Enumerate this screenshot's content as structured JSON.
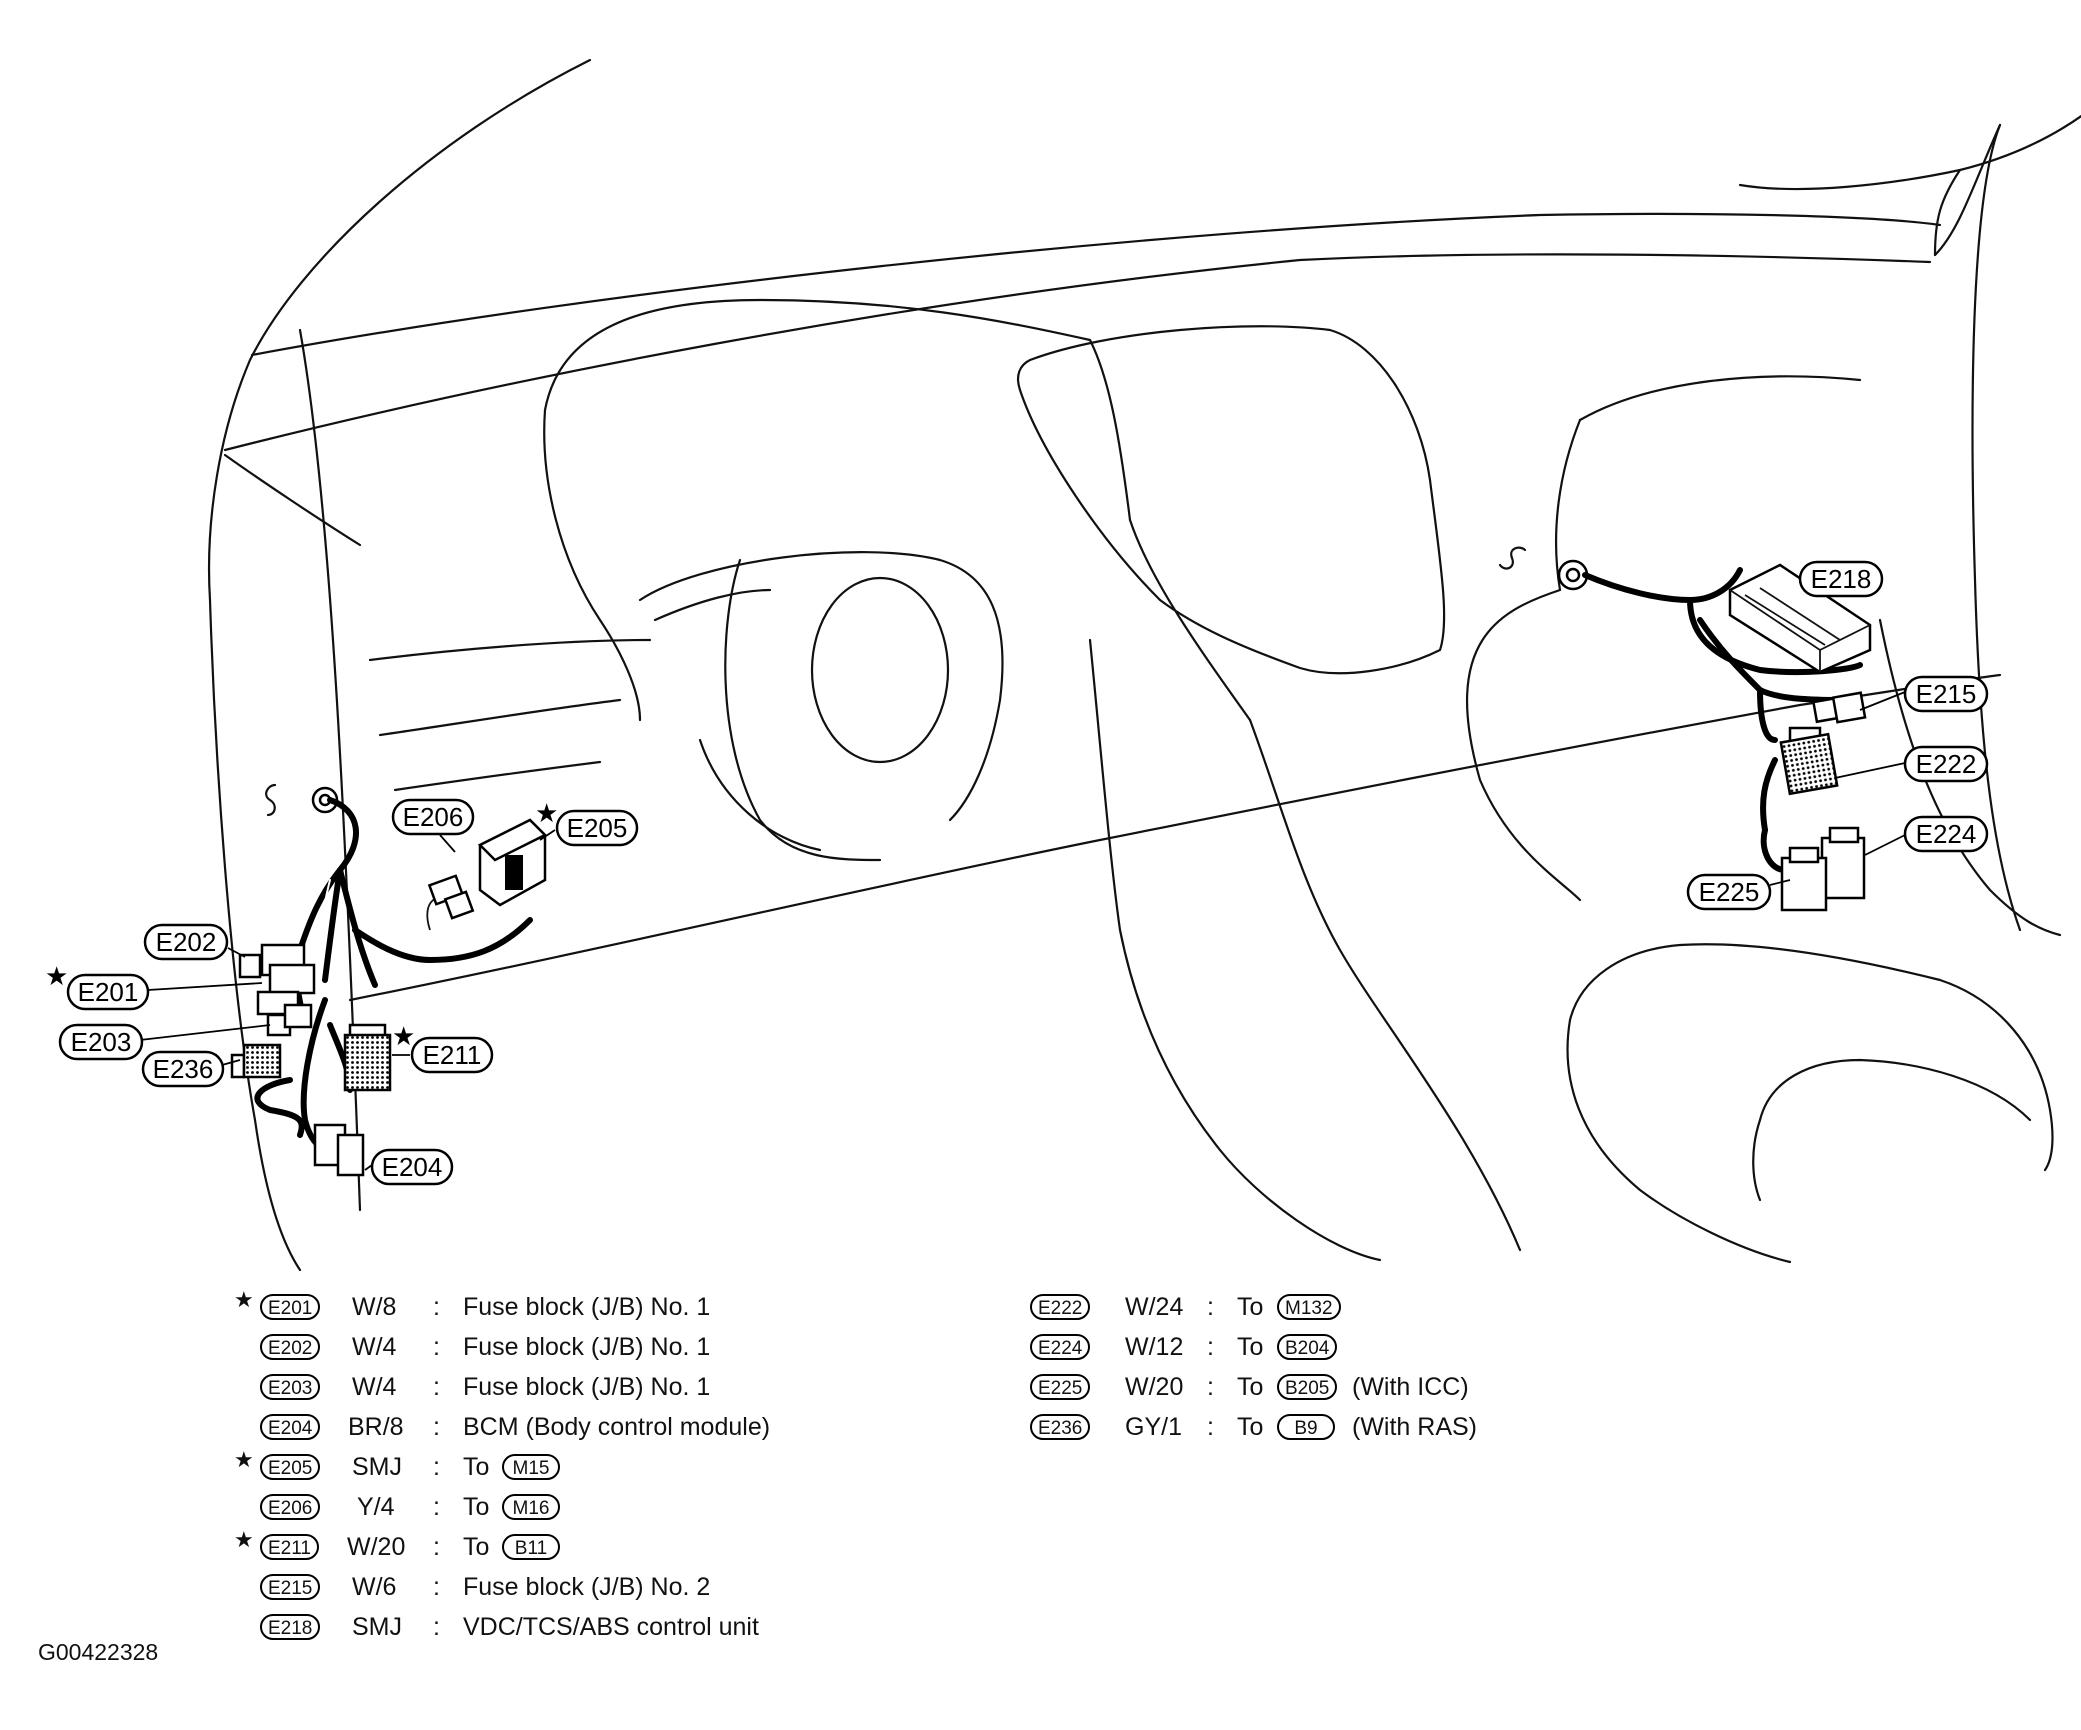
{
  "figure_id": "G00422328",
  "callouts": {
    "E201": "E201",
    "E202": "E202",
    "E203": "E203",
    "E204": "E204",
    "E205": "E205",
    "E206": "E206",
    "E211": "E211",
    "E215": "E215",
    "E218": "E218",
    "E222": "E222",
    "E224": "E224",
    "E225": "E225",
    "E236": "E236"
  },
  "star_symbol": "★",
  "legend_left": [
    {
      "starred": true,
      "id": "E201",
      "type": "W/8",
      "sep": ":",
      "desc": "Fuse block (J/B) No. 1",
      "to": "",
      "to_id": "",
      "note": ""
    },
    {
      "starred": false,
      "id": "E202",
      "type": "W/4",
      "sep": ":",
      "desc": "Fuse block (J/B) No. 1",
      "to": "",
      "to_id": "",
      "note": ""
    },
    {
      "starred": false,
      "id": "E203",
      "type": "W/4",
      "sep": ":",
      "desc": "Fuse block (J/B) No. 1",
      "to": "",
      "to_id": "",
      "note": ""
    },
    {
      "starred": false,
      "id": "E204",
      "type": "BR/8",
      "sep": ":",
      "desc": "BCM (Body control module)",
      "to": "",
      "to_id": "",
      "note": ""
    },
    {
      "starred": true,
      "id": "E205",
      "type": "SMJ",
      "sep": ":",
      "desc": "",
      "to": "To",
      "to_id": "M15",
      "note": ""
    },
    {
      "starred": false,
      "id": "E206",
      "type": "Y/4",
      "sep": ":",
      "desc": "",
      "to": "To",
      "to_id": "M16",
      "note": ""
    },
    {
      "starred": true,
      "id": "E211",
      "type": "W/20",
      "sep": ":",
      "desc": "",
      "to": "To",
      "to_id": "B11",
      "note": ""
    },
    {
      "starred": false,
      "id": "E215",
      "type": "W/6",
      "sep": ":",
      "desc": "Fuse block (J/B) No. 2",
      "to": "",
      "to_id": "",
      "note": ""
    },
    {
      "starred": false,
      "id": "E218",
      "type": "SMJ",
      "sep": ":",
      "desc": "VDC/TCS/ABS control unit",
      "to": "",
      "to_id": "",
      "note": ""
    }
  ],
  "legend_right": [
    {
      "id": "E222",
      "type": "W/24",
      "sep": ":",
      "to": "To",
      "to_id": "M132",
      "note": ""
    },
    {
      "id": "E224",
      "type": "W/12",
      "sep": ":",
      "to": "To",
      "to_id": "B204",
      "note": ""
    },
    {
      "id": "E225",
      "type": "W/20",
      "sep": ":",
      "to": "To",
      "to_id": "B205",
      "note": "(With ICC)"
    },
    {
      "id": "E236",
      "type": "GY/1",
      "sep": ":",
      "to": "To",
      "to_id": "B9",
      "note": "(With RAS)"
    }
  ]
}
